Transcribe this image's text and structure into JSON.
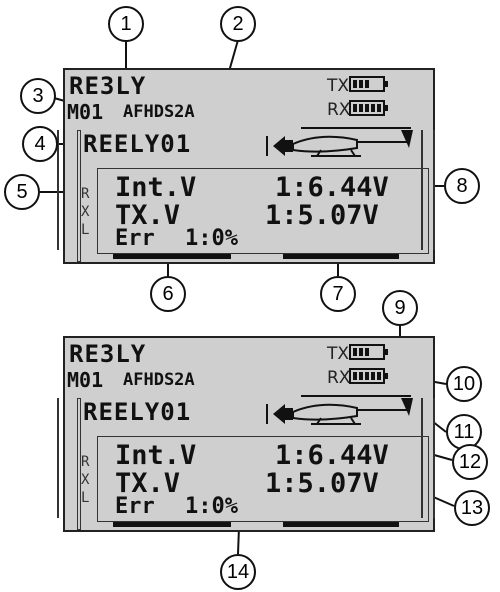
{
  "screens": [
    {
      "name": "RE3LY",
      "tx_label": "TX",
      "rx_label": "RX",
      "model_id": "M01",
      "protocol": "AFHDS2A",
      "model_name": "REELY01",
      "channel_labels": [
        "R",
        "X",
        "L"
      ],
      "telemetry": [
        {
          "label": "Int.V",
          "value": "1:6.44V"
        },
        {
          "label": "TX.V",
          "value": "1:5.07V"
        },
        {
          "label": "Err",
          "value": "1:0%"
        }
      ],
      "tx_battery_level": 0.6,
      "rx_battery_level": 1.0
    },
    {
      "name": "RE3LY",
      "tx_label": "TX",
      "rx_label": "RX",
      "model_id": "M01",
      "protocol": "AFHDS2A",
      "model_name": "REELY01",
      "channel_labels": [
        "R",
        "X",
        "L"
      ],
      "telemetry": [
        {
          "label": "Int.V",
          "value": "1:6.44V"
        },
        {
          "label": "TX.V",
          "value": "1:5.07V"
        },
        {
          "label": "Err",
          "value": "1:0%"
        }
      ],
      "tx_battery_level": 0.6,
      "rx_battery_level": 1.0
    }
  ],
  "callouts": [
    "1",
    "2",
    "3",
    "4",
    "5",
    "6",
    "7",
    "8",
    "9",
    "10",
    "11",
    "12",
    "13",
    "14"
  ],
  "colors": {
    "lcd_background": "#cfcfcf",
    "pixel": "#111111"
  }
}
